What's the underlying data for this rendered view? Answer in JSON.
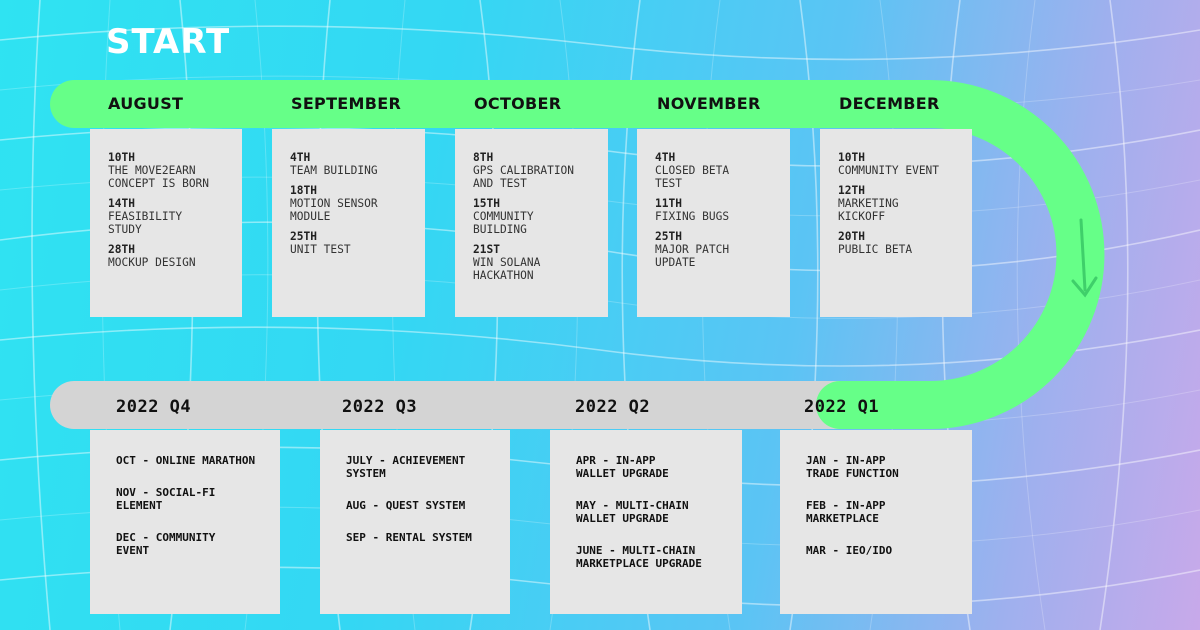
{
  "start_label": "START",
  "months": [
    {
      "name": "AUGUST",
      "items": [
        {
          "day": "10TH",
          "desc": "THE MOVE2EARN\nCONCEPT IS BORN"
        },
        {
          "day": "14TH",
          "desc": "FEASIBILITY\nSTUDY"
        },
        {
          "day": "28TH",
          "desc": "MOCKUP DESIGN"
        }
      ]
    },
    {
      "name": "SEPTEMBER",
      "items": [
        {
          "day": "4TH",
          "desc": "TEAM BUILDING"
        },
        {
          "day": "18TH",
          "desc": "MOTION SENSOR\nMODULE"
        },
        {
          "day": "25TH",
          "desc": "UNIT TEST"
        }
      ]
    },
    {
      "name": "OCTOBER",
      "items": [
        {
          "day": "8TH",
          "desc": "GPS CALIBRATION\nAND TEST"
        },
        {
          "day": "15TH",
          "desc": "COMMUNITY\nBUILDING"
        },
        {
          "day": "21ST",
          "desc": "WIN SOLANA\nHACKATHON"
        }
      ]
    },
    {
      "name": "NOVEMBER",
      "items": [
        {
          "day": "4TH",
          "desc": "CLOSED BETA\nTEST"
        },
        {
          "day": "11TH",
          "desc": "FIXING BUGS"
        },
        {
          "day": "25TH",
          "desc": "MAJOR PATCH\nUPDATE"
        }
      ]
    },
    {
      "name": "DECEMBER",
      "items": [
        {
          "day": "10TH",
          "desc": "COMMUNITY EVENT"
        },
        {
          "day": "12TH",
          "desc": "MARKETING\nKICKOFF"
        },
        {
          "day": "20TH",
          "desc": "PUBLIC BETA"
        }
      ]
    }
  ],
  "quarters": [
    {
      "name": "2022 Q4",
      "items": [
        "OCT - ONLINE MARATHON",
        "NOV - SOCIAL-FI\nELEMENT",
        "DEC - COMMUNITY\nEVENT"
      ]
    },
    {
      "name": "2022 Q3",
      "items": [
        "JULY - ACHIEVEMENT\nSYSTEM",
        "AUG - QUEST SYSTEM",
        "SEP - RENTAL SYSTEM"
      ]
    },
    {
      "name": "2022 Q2",
      "items": [
        "APR - IN-APP\nWALLET UPGRADE",
        "MAY - MULTI-CHAIN\nWALLET UPGRADE",
        "JUNE - MULTI-CHAIN\nMARKETPLACE UPGRADE"
      ]
    },
    {
      "name": "2022 Q1",
      "items": [
        "JAN - IN-APP\nTRADE FUNCTION",
        "FEB - IN-APP\nMARKETPLACE",
        "MAR - IEO/IDO"
      ]
    }
  ],
  "colors": {
    "track_green": "#66ff88",
    "track_gray": "#d4d4d4",
    "card_bg": "#e6e6e6",
    "arrow": "#3fcf6a"
  }
}
